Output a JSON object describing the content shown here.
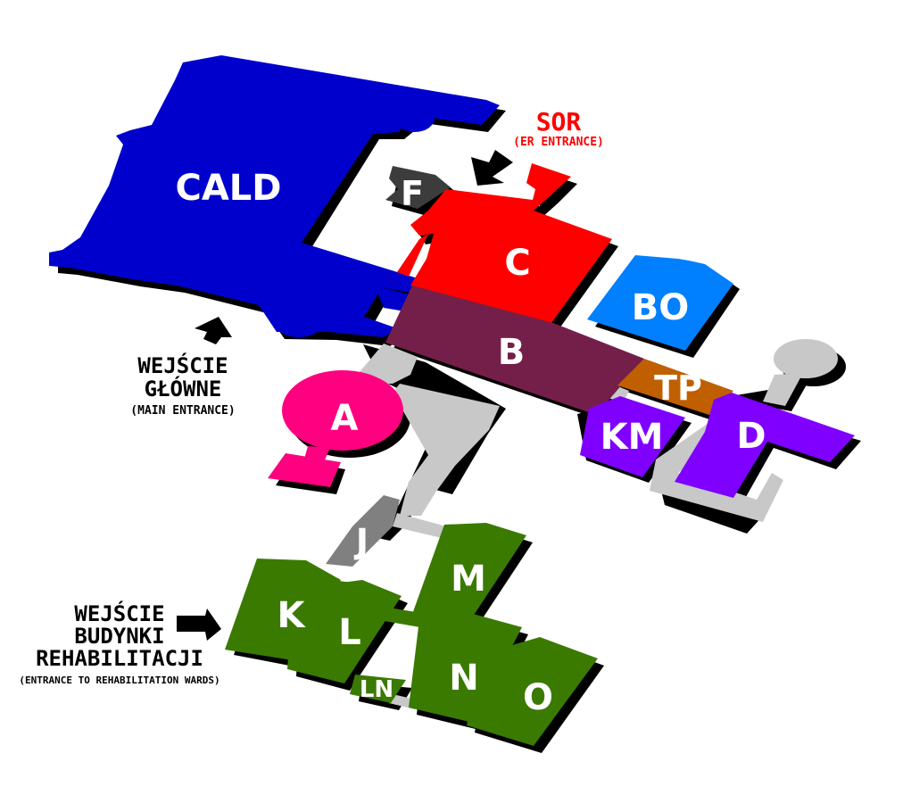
{
  "colors": {
    "cald": "#0000cc",
    "c": "#ff0000",
    "f": "#3c3c3c",
    "b": "#741f49",
    "bo": "#0080ff",
    "tp": "#c05f00",
    "km_d": "#8000ff",
    "a": "#ff0080",
    "rehab": "#3a7a00",
    "corridor": "#c8c8c8",
    "j": "#808080",
    "shadow": "#000000",
    "er_text": "#ff0000"
  },
  "buildings": {
    "cald": "CALD",
    "f": "F",
    "c": "C",
    "bo": "BO",
    "b": "B",
    "tp": "TP",
    "a": "A",
    "km": "KM",
    "d": "D",
    "j": "J",
    "m": "M",
    "k": "K",
    "l": "L",
    "ln": "LN",
    "n": "N",
    "o": "O"
  },
  "captions": {
    "sor_title": "SOR",
    "sor_sub": "(ER ENTRANCE)",
    "main_line1": "WEJŚCIE",
    "main_line2": "GŁÓWNE",
    "main_sub": "(MAIN ENTRANCE)",
    "rehab_line1": "WEJŚCIE",
    "rehab_line2": "BUDYNKI",
    "rehab_line3": "REHABILITACJI",
    "rehab_sub": "(ENTRANCE TO REHABILITATION WARDS)"
  }
}
